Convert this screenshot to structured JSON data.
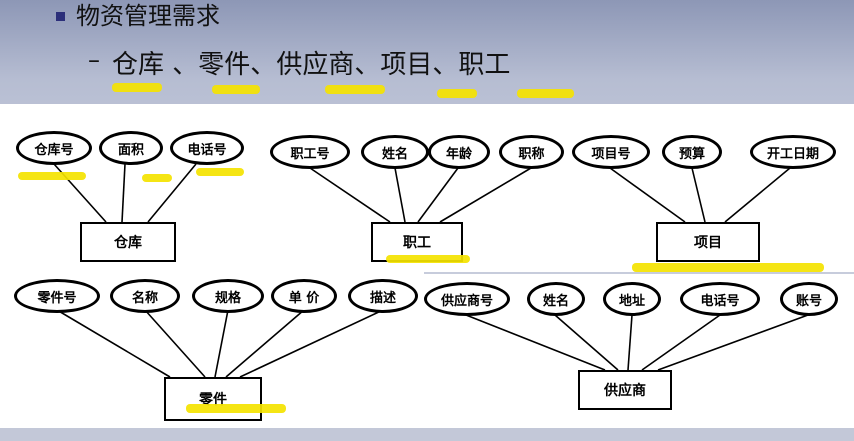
{
  "heading": {
    "title": "物资管理需求",
    "dash": "–",
    "entities": [
      {
        "label": "仓库",
        "sep": " 、"
      },
      {
        "label": "零件",
        "sep": "、"
      },
      {
        "label": "供应商",
        "sep": "、"
      },
      {
        "label": "项目",
        "sep": "、"
      },
      {
        "label": "职工",
        "sep": ""
      }
    ]
  },
  "diagram": {
    "warehouse": {
      "entity": "仓库",
      "attributes": [
        "仓库号",
        "面积",
        "电话号"
      ]
    },
    "staff": {
      "entity": "职工",
      "attributes": [
        "职工号",
        "姓名",
        "年龄",
        "职称"
      ]
    },
    "project": {
      "entity": "项目",
      "attributes": [
        "项目号",
        "预算",
        "开工日期"
      ]
    },
    "part": {
      "entity": "零件",
      "attributes": [
        "零件号",
        "名称",
        "规格",
        "单 价",
        "描述"
      ]
    },
    "supplier": {
      "entity": "供应商",
      "attributes": [
        "供应商号",
        "姓名",
        "地址",
        "电话号",
        "账号"
      ]
    }
  },
  "colors": {
    "highlight": "#f4e300",
    "background_top": "#8d97b6",
    "background_bottom": "#c3c8d8",
    "bullet": "#2c2f7a"
  }
}
